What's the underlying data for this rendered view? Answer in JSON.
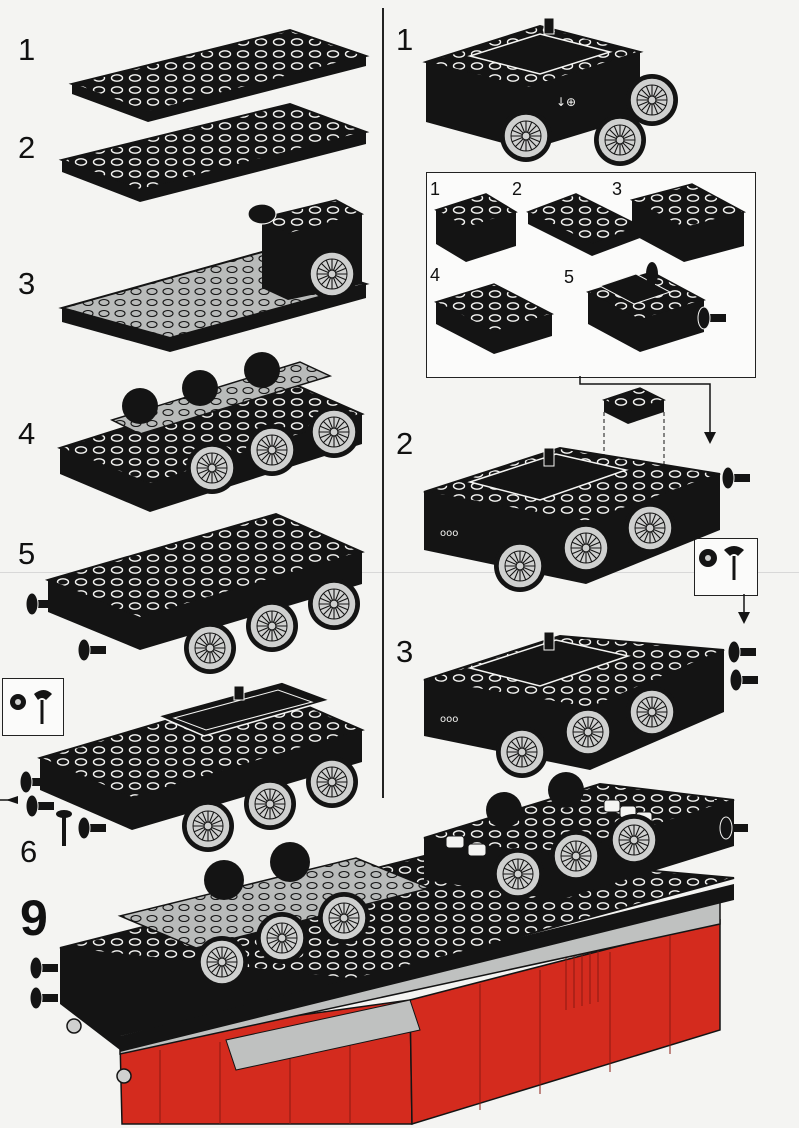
{
  "left_column": {
    "steps": [
      {
        "number": "1"
      },
      {
        "number": "2"
      },
      {
        "number": "3"
      },
      {
        "number": "4"
      },
      {
        "number": "5"
      },
      {
        "number": "6"
      }
    ]
  },
  "right_column": {
    "steps": [
      {
        "number": "1"
      },
      {
        "number": "2"
      },
      {
        "number": "3"
      }
    ],
    "inset": {
      "sub_steps": [
        {
          "number": "1"
        },
        {
          "number": "2"
        },
        {
          "number": "3"
        },
        {
          "number": "4"
        },
        {
          "number": "5"
        }
      ]
    }
  },
  "main_step": {
    "number": "9"
  },
  "colors": {
    "brick_black": "#141414",
    "brick_red": "#d42b1e",
    "wheel_grey": "#cfd0cf",
    "plate_grey": "#bfc1c0",
    "paper": "#f4f4f2"
  },
  "icons": [
    "train-magnet-coupling-icon",
    "wheel-set-icon",
    "arrow-down-icon",
    "arrow-right-icon"
  ]
}
